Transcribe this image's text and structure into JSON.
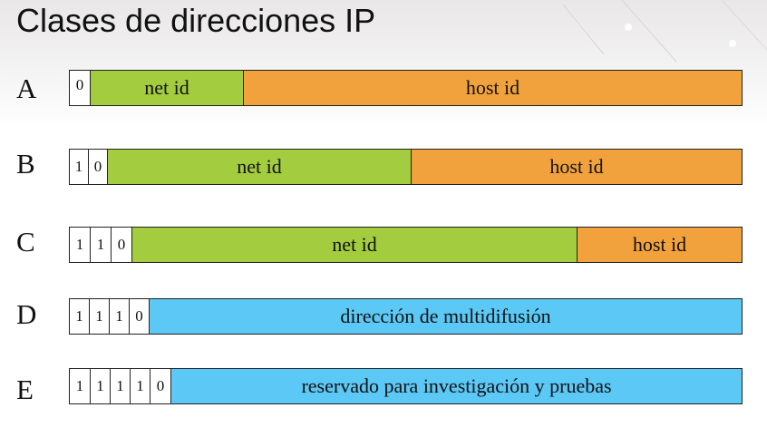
{
  "title": "Clases de direcciones IP",
  "classes": [
    {
      "letter": "A",
      "bits": [
        "0"
      ],
      "segments": [
        {
          "label": "net id",
          "color": "#a3cc3f"
        },
        {
          "label": "host id",
          "color": "#f2a23c"
        }
      ]
    },
    {
      "letter": "B",
      "bits": [
        "1",
        "0"
      ],
      "segments": [
        {
          "label": "net id",
          "color": "#a3cc3f"
        },
        {
          "label": "host id",
          "color": "#f2a23c"
        }
      ]
    },
    {
      "letter": "C",
      "bits": [
        "1",
        "1",
        "0"
      ],
      "segments": [
        {
          "label": "net id",
          "color": "#a3cc3f"
        },
        {
          "label": "host id",
          "color": "#f2a23c"
        }
      ]
    },
    {
      "letter": "D",
      "bits": [
        "1",
        "1",
        "1",
        "0"
      ],
      "segments": [
        {
          "label": "dirección de multidifusión",
          "color": "#5bc8f5"
        }
      ]
    },
    {
      "letter": "E",
      "bits": [
        "1",
        "1",
        "1",
        "1",
        "0"
      ],
      "segments": [
        {
          "label": "reservado para investigación y pruebas",
          "color": "#5bc8f5"
        }
      ]
    }
  ]
}
